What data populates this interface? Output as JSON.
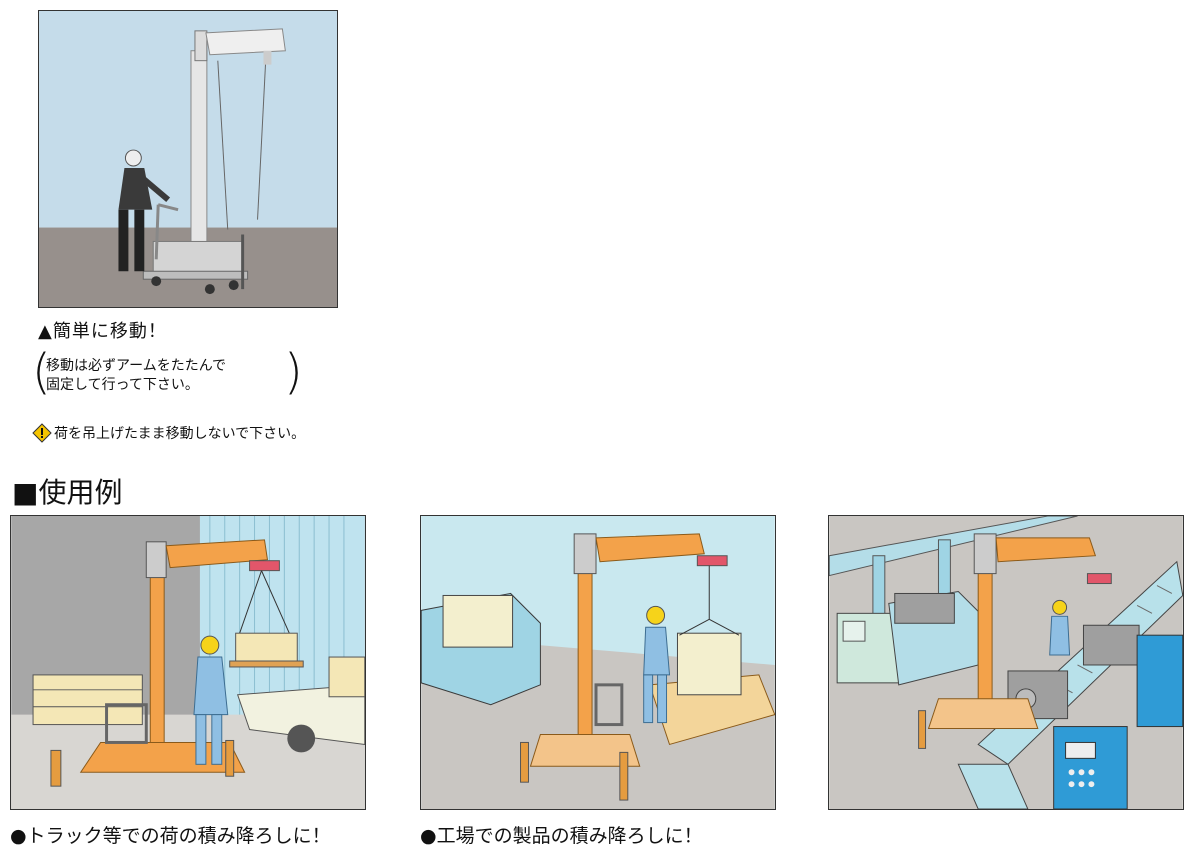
{
  "photo": {
    "icon": "crane-photo",
    "caption": "▲簡単に移動！"
  },
  "note": {
    "line1": "移動は必ずアームをたたんで",
    "line2": "固定して行って下さい。"
  },
  "warning": {
    "icon": "warning-icon",
    "text": "荷を吊上げたまま移動しないで下さい。"
  },
  "section": {
    "title": "■使用例"
  },
  "examples": [
    {
      "icon": "truck-loading-illustration",
      "caption": "●トラック等での荷の積み降ろしに！"
    },
    {
      "icon": "factory-loading-illustration",
      "caption": "●工場での製品の積み降ろしに！"
    },
    {
      "icon": "conveyor-line-illustration",
      "caption": ""
    }
  ],
  "colors": {
    "sky": "#c5dcea",
    "floor": "#97908c",
    "crane_orange": "#f3a24a",
    "wall_blue": "#bfe3ef"
  }
}
